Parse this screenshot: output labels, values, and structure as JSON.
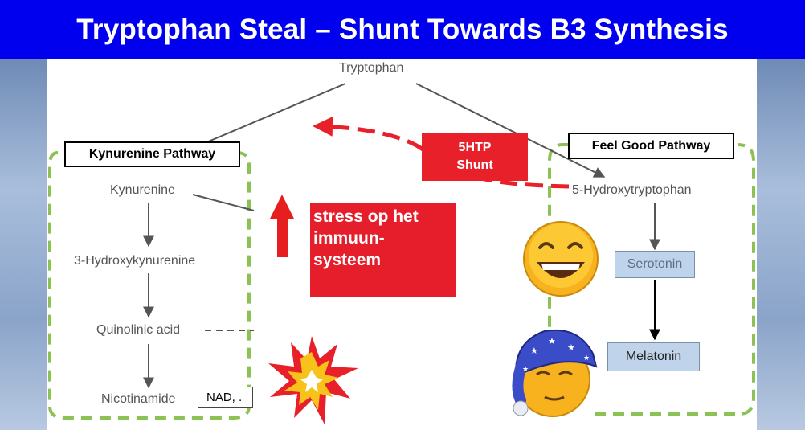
{
  "title": "Tryptophan Steal – Shunt Towards B3 Synthesis",
  "nodes": {
    "tryptophan": "Tryptophan",
    "kynurenine": "Kynurenine",
    "hydroxykynurenine": "3-Hydroxykynurenine",
    "quinolinic_acid": "Quinolinic acid",
    "nicotinamide": "Nicotinamide",
    "hydroxytryptophan": "5-Hydroxytryptophan",
    "serotonin": "Serotonin",
    "melatonin": "Melatonin",
    "nad": "NAD, ."
  },
  "pathways": {
    "kynurenine": "Kynurenine Pathway",
    "feel_good": "Feel Good Pathway"
  },
  "shunt": {
    "line1": "5HTP",
    "line2": "Shunt"
  },
  "stress": {
    "line1": "stress op het",
    "line2": "immuun-",
    "line3": "systeem"
  },
  "icons": [
    "smiling-face-icon",
    "sleepy-face-nightcap-icon",
    "explosion-burst-icon",
    "up-arrow-icon"
  ],
  "colors": {
    "title_bg": "#0000ee",
    "dashed_group": "#8cc153",
    "shunt_red": "#e8202a",
    "serotonin_box": "#bfd3ea"
  }
}
